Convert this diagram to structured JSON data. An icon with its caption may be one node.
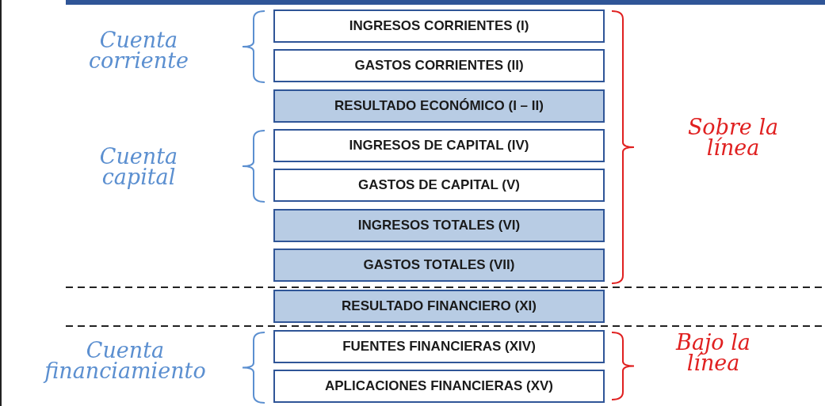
{
  "diagram": {
    "nodes": [
      {
        "text": [
          "INGRESOS CORRIENTES (I)"
        ]
      },
      {
        "text": [
          "GASTOS CORRIENTES (II)"
        ]
      },
      {
        "text": [
          "RESULTADO ECONÓMICO (I – II)"
        ]
      },
      {
        "text": [
          "INGRESOS DE CAPITAL (IV)"
        ]
      },
      {
        "text": [
          "GASTOS DE CAPITAL (V)"
        ]
      },
      {
        "text": [
          "INGRESOS TOTALES (VI)"
        ]
      },
      {
        "text": [
          "GASTOS TOTALES (VII)"
        ]
      },
      {
        "text": [
          "RESULTADO FINANCIERO (XI)"
        ]
      },
      {
        "text": [
          "FUENTES FINANCIERAS (XIV)"
        ]
      },
      {
        "text": [
          "APLICACIONES FINANCIERAS (XV)"
        ]
      }
    ],
    "labels": [
      "Cuenta corriente",
      "Cuenta capital",
      "Sobre la línea",
      "Cuenta financiamiento",
      "Bajo la línea"
    ]
  }
}
